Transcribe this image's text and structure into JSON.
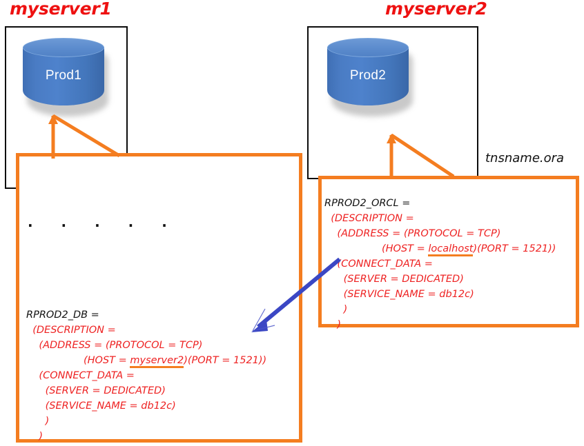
{
  "servers": [
    {
      "title": "myserver1",
      "database": "Prod1"
    },
    {
      "title": "myserver2",
      "database": "Prod2"
    }
  ],
  "labels": {
    "tnsname_file": "tnsname.ora",
    "ellipsis": ". . . . ."
  },
  "callouts": {
    "left": {
      "entry_name": "RPROD2_DB =",
      "lines": [
        "  (DESCRIPTION =",
        "    (ADDRESS = (PROTOCOL = TCP)"
      ],
      "host_line_prefix": "                  (HOST = ",
      "host_value": "myserver2",
      "host_line_suffix": ")(PORT = 1521))",
      "tail_lines": [
        "    (CONNECT_DATA =",
        "      (SERVER = DEDICATED)",
        "      (SERVICE_NAME = db12c)",
        "      )",
        "    )"
      ]
    },
    "right": {
      "entry_name": "RPROD2_ORCL =",
      "lines": [
        "  (DESCRIPTION =",
        "    (ADDRESS = (PROTOCOL = TCP)"
      ],
      "host_line_prefix": "                  (HOST = ",
      "host_value": "localhost",
      "host_line_suffix": ")(PORT = 1521))",
      "tail_lines": [
        "    (CONNECT_DATA =",
        "      (SERVER = DEDICATED)",
        "      (SERVICE_NAME = db12c)",
        "      )",
        "    )"
      ]
    }
  },
  "colors": {
    "title_red": "#ee1111",
    "config_red": "#ee2222",
    "callout_orange": "#f47d20",
    "db_blue": "#4a7cc4",
    "arrow_blue": "#3b47c4",
    "frame_black": "#0b0b0b"
  }
}
